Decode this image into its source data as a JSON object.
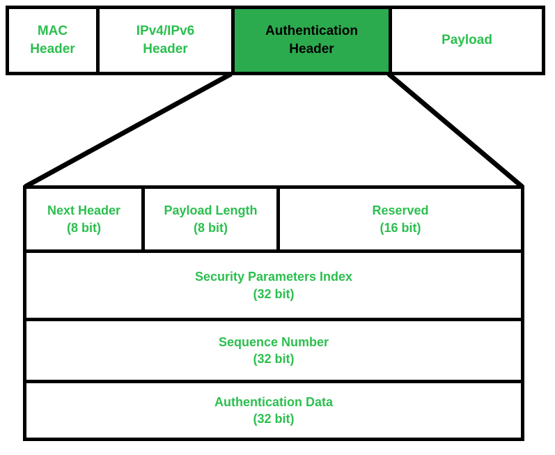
{
  "diagram": {
    "title": "Authentication Header",
    "colors": {
      "highlight_fill": "#2cab4e",
      "text_green": "#2bbf4e",
      "border_black": "#000000",
      "background": "#ffffff"
    }
  },
  "packet_row": {
    "cells": [
      {
        "label_line1": "MAC",
        "label_line2": "Header",
        "highlighted": false
      },
      {
        "label_line1": "IPv4/IPv6",
        "label_line2": "Header",
        "highlighted": false
      },
      {
        "label_line1": "Authentication",
        "label_line2": "Header",
        "highlighted": true
      },
      {
        "label_line1": "Payload",
        "label_line2": "",
        "highlighted": false
      }
    ]
  },
  "header_table": {
    "row1": [
      {
        "name": "Next Header",
        "bits": "(8 bit)"
      },
      {
        "name": "Payload Length",
        "bits": "(8 bit)"
      },
      {
        "name": "Reserved",
        "bits": "(16 bit)"
      }
    ],
    "row2": {
      "name": "Security Parameters Index",
      "bits": "(32 bit)"
    },
    "row3": {
      "name": "Sequence Number",
      "bits": "(32 bit)"
    },
    "row4": {
      "name": "Authentication Data",
      "bits": "(32 bit)"
    }
  }
}
